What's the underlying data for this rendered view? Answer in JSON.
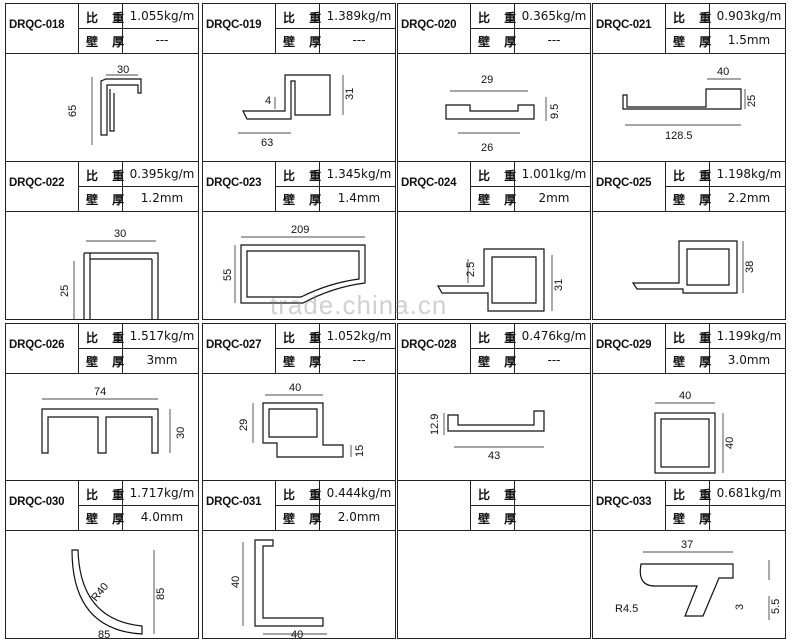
{
  "labels": {
    "density": "比 重",
    "thickness": "壁 厚"
  },
  "watermark": "trade.china.cn",
  "profiles": [
    {
      "code": "DRQC-018",
      "weight": "1.055kg/m",
      "thickness": "---"
    },
    {
      "code": "DRQC-019",
      "weight": "1.389kg/m",
      "thickness": "---"
    },
    {
      "code": "DRQC-020",
      "weight": "0.365kg/m",
      "thickness": "---"
    },
    {
      "code": "DRQC-021",
      "weight": "0.903kg/m",
      "thickness": "1.5mm"
    },
    {
      "code": "DRQC-022",
      "weight": "0.395kg/m",
      "thickness": "1.2mm"
    },
    {
      "code": "DRQC-023",
      "weight": "1.345kg/m",
      "thickness": "1.4mm"
    },
    {
      "code": "DRQC-024",
      "weight": "1.001kg/m",
      "thickness": "2mm"
    },
    {
      "code": "DRQC-025",
      "weight": "1.198kg/m",
      "thickness": "2.2mm"
    },
    {
      "code": "DRQC-026",
      "weight": "1.517kg/m",
      "thickness": "3mm"
    },
    {
      "code": "DRQC-027",
      "weight": "1.052kg/m",
      "thickness": "---"
    },
    {
      "code": "DRQC-028",
      "weight": "0.476kg/m",
      "thickness": "---"
    },
    {
      "code": "DRQC-029",
      "weight": "1.199kg/m",
      "thickness": "3.0mm"
    },
    {
      "code": "DRQC-030",
      "weight": "1.717kg/m",
      "thickness": "4.0mm"
    },
    {
      "code": "DRQC-031",
      "weight": "0.444kg/m",
      "thickness": "2.0mm"
    },
    {
      "code": "",
      "weight": "",
      "thickness": ""
    },
    {
      "code": "DRQC-033",
      "weight": "0.681kg/m",
      "thickness": ""
    }
  ],
  "dims": {
    "p018": [
      "30",
      "65"
    ],
    "p019": [
      "4",
      "31",
      "63"
    ],
    "p020": [
      "29",
      "9.5",
      "26"
    ],
    "p021": [
      "40",
      "25",
      "128.5"
    ],
    "p022": [
      "30",
      "25"
    ],
    "p023": [
      "209",
      "55"
    ],
    "p024": [
      "2.5",
      "31"
    ],
    "p025": [
      "38"
    ],
    "p026": [
      "74",
      "30"
    ],
    "p027": [
      "40",
      "29",
      "15"
    ],
    "p028": [
      "12.9",
      "43"
    ],
    "p029": [
      "40",
      "40"
    ],
    "p030": [
      "R40",
      "85",
      "85"
    ],
    "p031": [
      "40",
      "40"
    ],
    "p033": [
      "37",
      "R4.5",
      "3",
      "5.5"
    ]
  }
}
